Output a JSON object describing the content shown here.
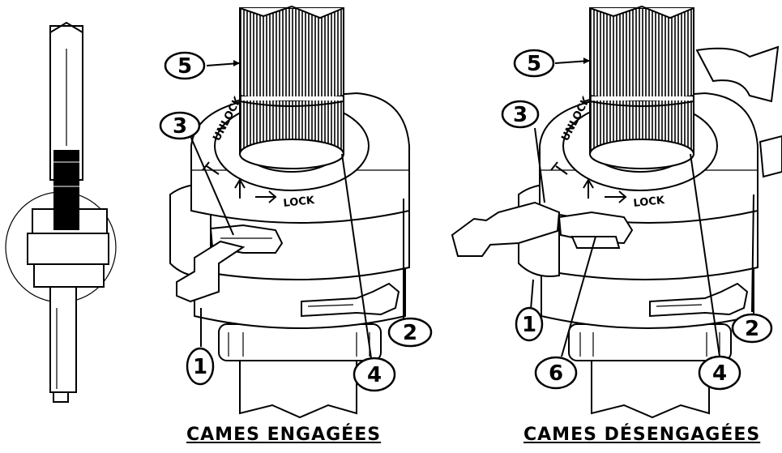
{
  "callouts": {
    "left": {
      "n1": "1",
      "n2": "2",
      "n3": "3",
      "n4": "4",
      "n5": "5"
    },
    "right": {
      "n1": "1",
      "n2": "2",
      "n3": "3",
      "n4": "4",
      "n5": "5",
      "n6": "6"
    }
  },
  "ring_text": {
    "unlock": "UNLOCK",
    "lock": "LOCK"
  },
  "captions": {
    "engaged": "CAMES ENGAGÉES",
    "disengaged": "CAMES DÉSENGAGÉES"
  }
}
